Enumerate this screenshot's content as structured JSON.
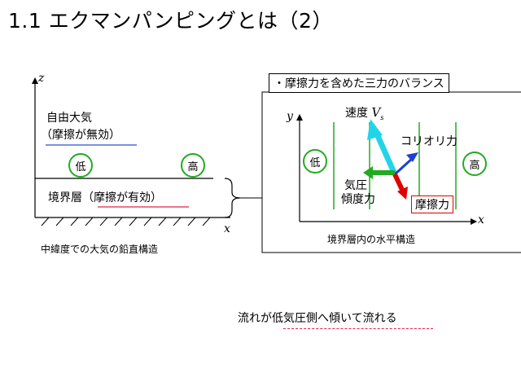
{
  "title": "1.1 エクマンパンピングとは（2）",
  "vertical": {
    "z_label": "z",
    "x_label": "x",
    "free_atmos_1": "自由大気",
    "free_atmos_2": "（摩擦が無効）",
    "low": "低",
    "high": "高",
    "boundary": "境界層（摩擦が有効）",
    "caption": "中緯度での大気の鉛直構造"
  },
  "horizontal": {
    "heading": "・摩擦力を含めた三力のバランス",
    "y_label": "y",
    "x_label": "x",
    "velocity": "速度",
    "velocity_symbol": "V",
    "velocity_sub": "s",
    "coriolis": "コリオリ力",
    "pgf_1": "気圧",
    "pgf_2": "傾度力",
    "friction": "摩擦力",
    "low": "低",
    "high": "高",
    "caption": "境界層内の水平構造"
  },
  "conclusion": "流れが低気圧側へ傾いて流れる",
  "colors": {
    "green": "#22aa22",
    "cyan": "#22d4e8",
    "blue": "#1e3fd0",
    "red": "#e00000",
    "underline_blue": "#2a4fd8",
    "underline_red": "#e0204a"
  }
}
